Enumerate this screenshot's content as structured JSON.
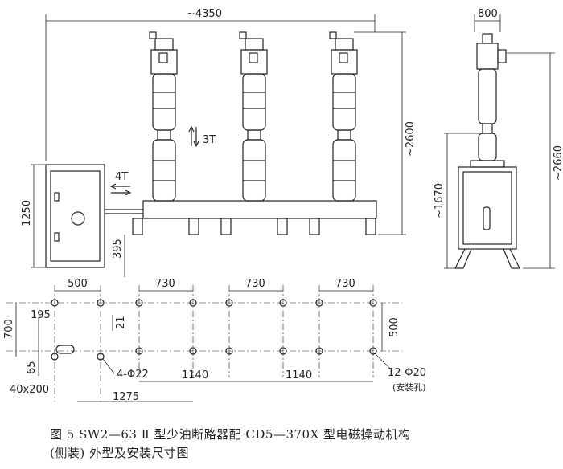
{
  "caption": {
    "line1": "图 5   SW2—63 Ⅱ 型少油断路器配 CD5—370X 型电磁操动机构",
    "line2": "(侧装) 外型及安装尺寸图"
  },
  "dimensions": {
    "overall_width": "~4350",
    "side_width": "800",
    "overall_height": "~2600",
    "side_height": "~2660",
    "mech_height": "~1670",
    "cabinet_height": "1250",
    "base_height": "395",
    "travel_up": "3T",
    "travel_left": "4T",
    "pitch_a": "500",
    "pitch_b1": "730",
    "pitch_b2": "730",
    "pitch_b3": "730",
    "pitch_c1": "1140",
    "pitch_c2": "1140",
    "total_len": "1275",
    "vert_700": "700",
    "vert_195": "195",
    "vert_21": "21",
    "vert_65": "65",
    "vert_500": "500",
    "slot": "40x200",
    "holes_4": "4-Φ22",
    "holes_12": "12-Φ20",
    "holes_12_note": "(安装孔)"
  },
  "colors": {
    "ink": "#222222",
    "paper": "#ffffff"
  }
}
